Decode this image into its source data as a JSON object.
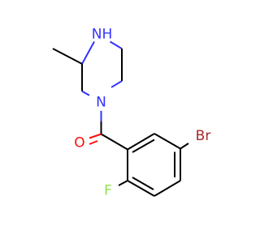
{
  "colors": {
    "background": "#ffffff",
    "carbon_bond": "#000000",
    "nitrogen": "#3333ff",
    "oxygen": "#ff0d0d",
    "bromine": "#a62929",
    "fluorine": "#90e050"
  },
  "atoms": {
    "nh": "NH",
    "n": "N",
    "o": "O",
    "br": "Br",
    "f": "F"
  }
}
